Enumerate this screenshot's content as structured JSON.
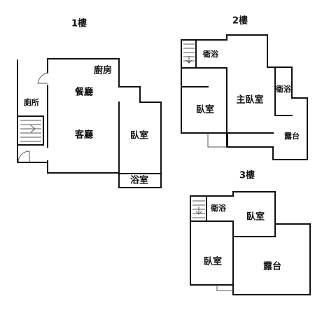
{
  "floors": [
    {
      "title": "1樓",
      "rooms": {
        "kitchen": "廚房",
        "dining": "餐廳",
        "toilet": "廁所",
        "living": "客廳",
        "bedroom": "臥室",
        "bath": "浴室"
      }
    },
    {
      "title": "2樓",
      "rooms": {
        "bath_left": "衛浴",
        "master_bedroom": "主臥室",
        "bath_right": "衛浴",
        "bedroom": "臥室",
        "terrace": "露台"
      }
    },
    {
      "title": "3樓",
      "rooms": {
        "bath": "衛浴",
        "bedroom_top": "臥室",
        "bedroom_bottom": "臥室",
        "terrace": "露台"
      }
    }
  ]
}
